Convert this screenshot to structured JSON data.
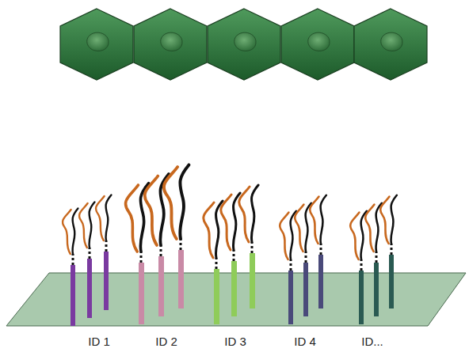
{
  "diagram": {
    "labels": [
      "ID 1",
      "ID 2",
      "ID 3",
      "ID 4",
      "ID..."
    ]
  }
}
